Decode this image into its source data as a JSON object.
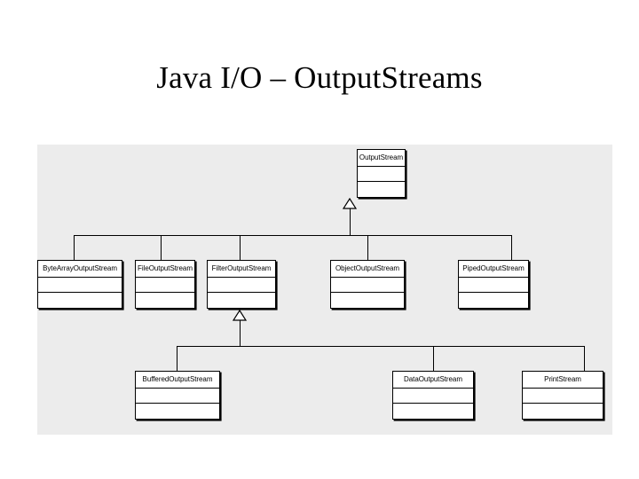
{
  "slide": {
    "title": "Java I/O – OutputStreams",
    "panel_background": "#ececec",
    "page_background": "#ffffff"
  },
  "diagram": {
    "type": "uml-class-hierarchy",
    "relationship": "generalization",
    "arrowhead": "hollow-triangle",
    "compartments": [
      "name",
      "attributes",
      "operations"
    ],
    "classes": [
      {
        "id": "output-stream",
        "name": "OutputStream",
        "level": 0
      },
      {
        "id": "byte-array-output-stream",
        "name": "ByteArrayOutputStream",
        "level": 1,
        "parent": "OutputStream"
      },
      {
        "id": "file-output-stream",
        "name": "FileOutputStream",
        "level": 1,
        "parent": "OutputStream"
      },
      {
        "id": "filter-output-stream",
        "name": "FilterOutputStream",
        "level": 1,
        "parent": "OutputStream"
      },
      {
        "id": "object-output-stream",
        "name": "ObjectOutputStream",
        "level": 1,
        "parent": "OutputStream"
      },
      {
        "id": "piped-output-stream",
        "name": "PipedOutputStream",
        "level": 1,
        "parent": "OutputStream"
      },
      {
        "id": "buffered-output-stream",
        "name": "BufferedOutputStream",
        "level": 2,
        "parent": "FilterOutputStream"
      },
      {
        "id": "data-output-stream",
        "name": "DataOutputStream",
        "level": 2,
        "parent": "FilterOutputStream"
      },
      {
        "id": "print-stream",
        "name": "PrintStream",
        "level": 2,
        "parent": "FilterOutputStream"
      }
    ]
  }
}
